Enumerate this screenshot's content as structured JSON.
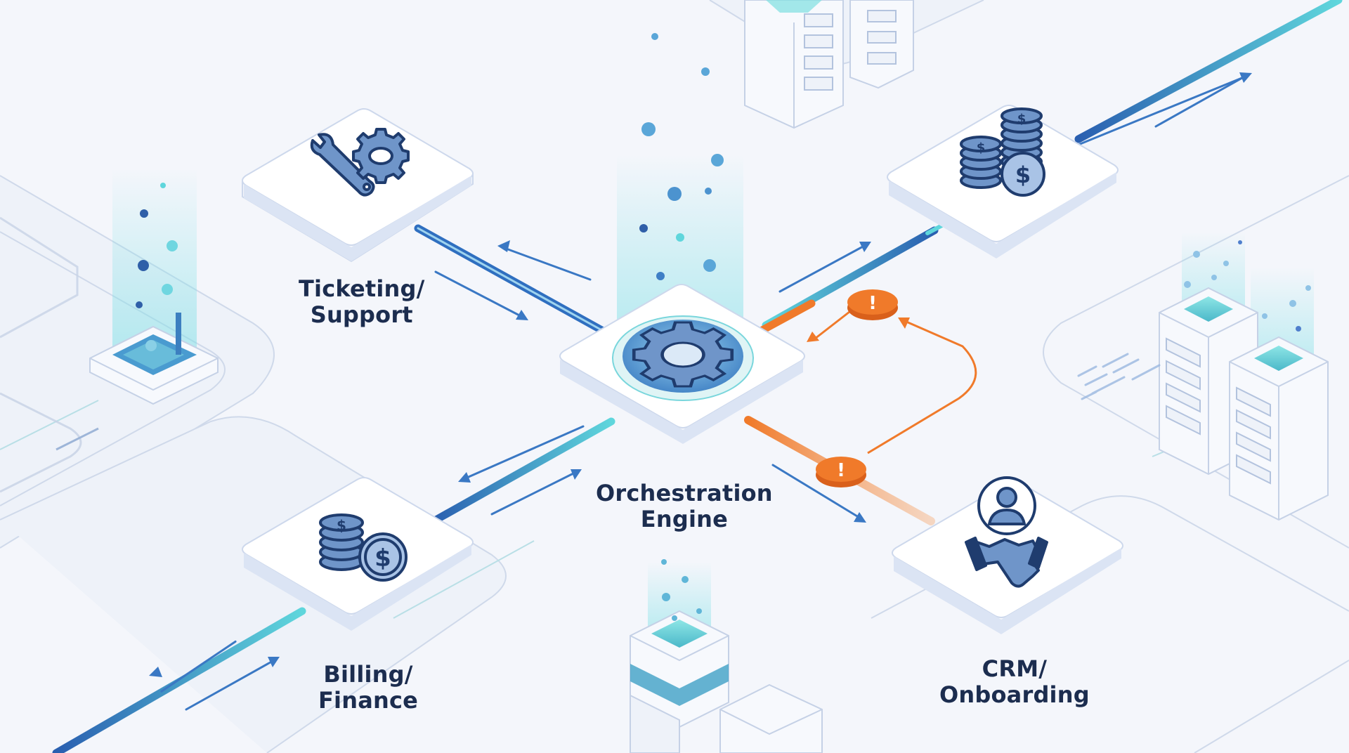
{
  "nodes": {
    "orchestration": {
      "label_line1": "Orchestration",
      "label_line2": "Engine",
      "icon": "gear-icon"
    },
    "ticketing": {
      "label_line1": "Ticketing/",
      "label_line2": "Support",
      "icon": "wrench-gear-icon"
    },
    "billing": {
      "label_line1": "Billing/",
      "label_line2": "Finance",
      "icon": "coins-dollar-icon"
    },
    "crm": {
      "label_line1": "CRM/",
      "label_line2": "Onboarding",
      "icon": "handshake-user-icon"
    },
    "payments": {
      "label_line1": "",
      "label_line2": "",
      "icon": "coin-stack-dollar-icon"
    }
  },
  "alerts": [
    {
      "symbol": "!",
      "status": "warning"
    },
    {
      "symbol": "!",
      "status": "warning"
    }
  ],
  "colors": {
    "background": "#f4f6fb",
    "tile_top": "#ffffff",
    "tile_side": "#d9e2f3",
    "icon_stroke": "#1f3c6e",
    "icon_fill": "#6f95c9",
    "link_blue": "#2f6fc0",
    "link_teal": "#5fd6dc",
    "alert_orange": "#f07a2a",
    "label_text": "#1c2d4f"
  }
}
